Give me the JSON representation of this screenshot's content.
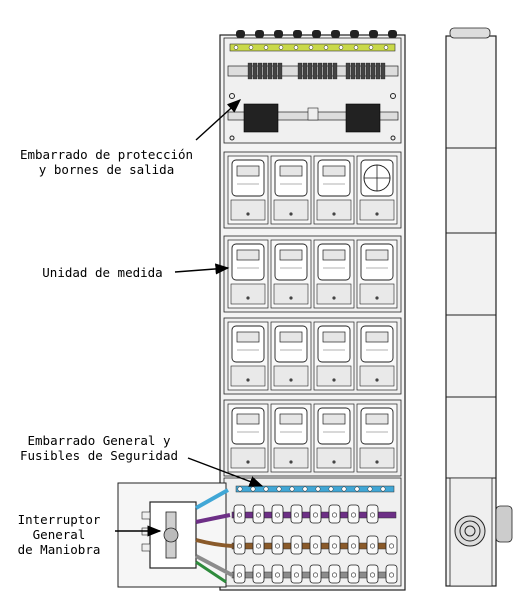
{
  "labels": {
    "protection": [
      "Embarrado de protección",
      "y bornes de salida"
    ],
    "measure": "Unidad de medida",
    "general": [
      "Embarrado General y",
      "Fusibles de Seguridad"
    ],
    "breaker": [
      "Interruptor",
      "General",
      "de Maniobra"
    ]
  },
  "colors": {
    "line": "#222222",
    "panel": "#f2f2f2",
    "panel_dark": "#dcdcdc",
    "busbar_green": "#c9d94a",
    "cable_blue": "#41a7d6",
    "cable_purple": "#6d2f86",
    "cable_brown": "#8a5a2a",
    "cable_gray": "#8c8c8c",
    "cable_green": "#2e8b3c"
  },
  "modules": {
    "measure_rows": 4,
    "meters_per_row": 4
  }
}
